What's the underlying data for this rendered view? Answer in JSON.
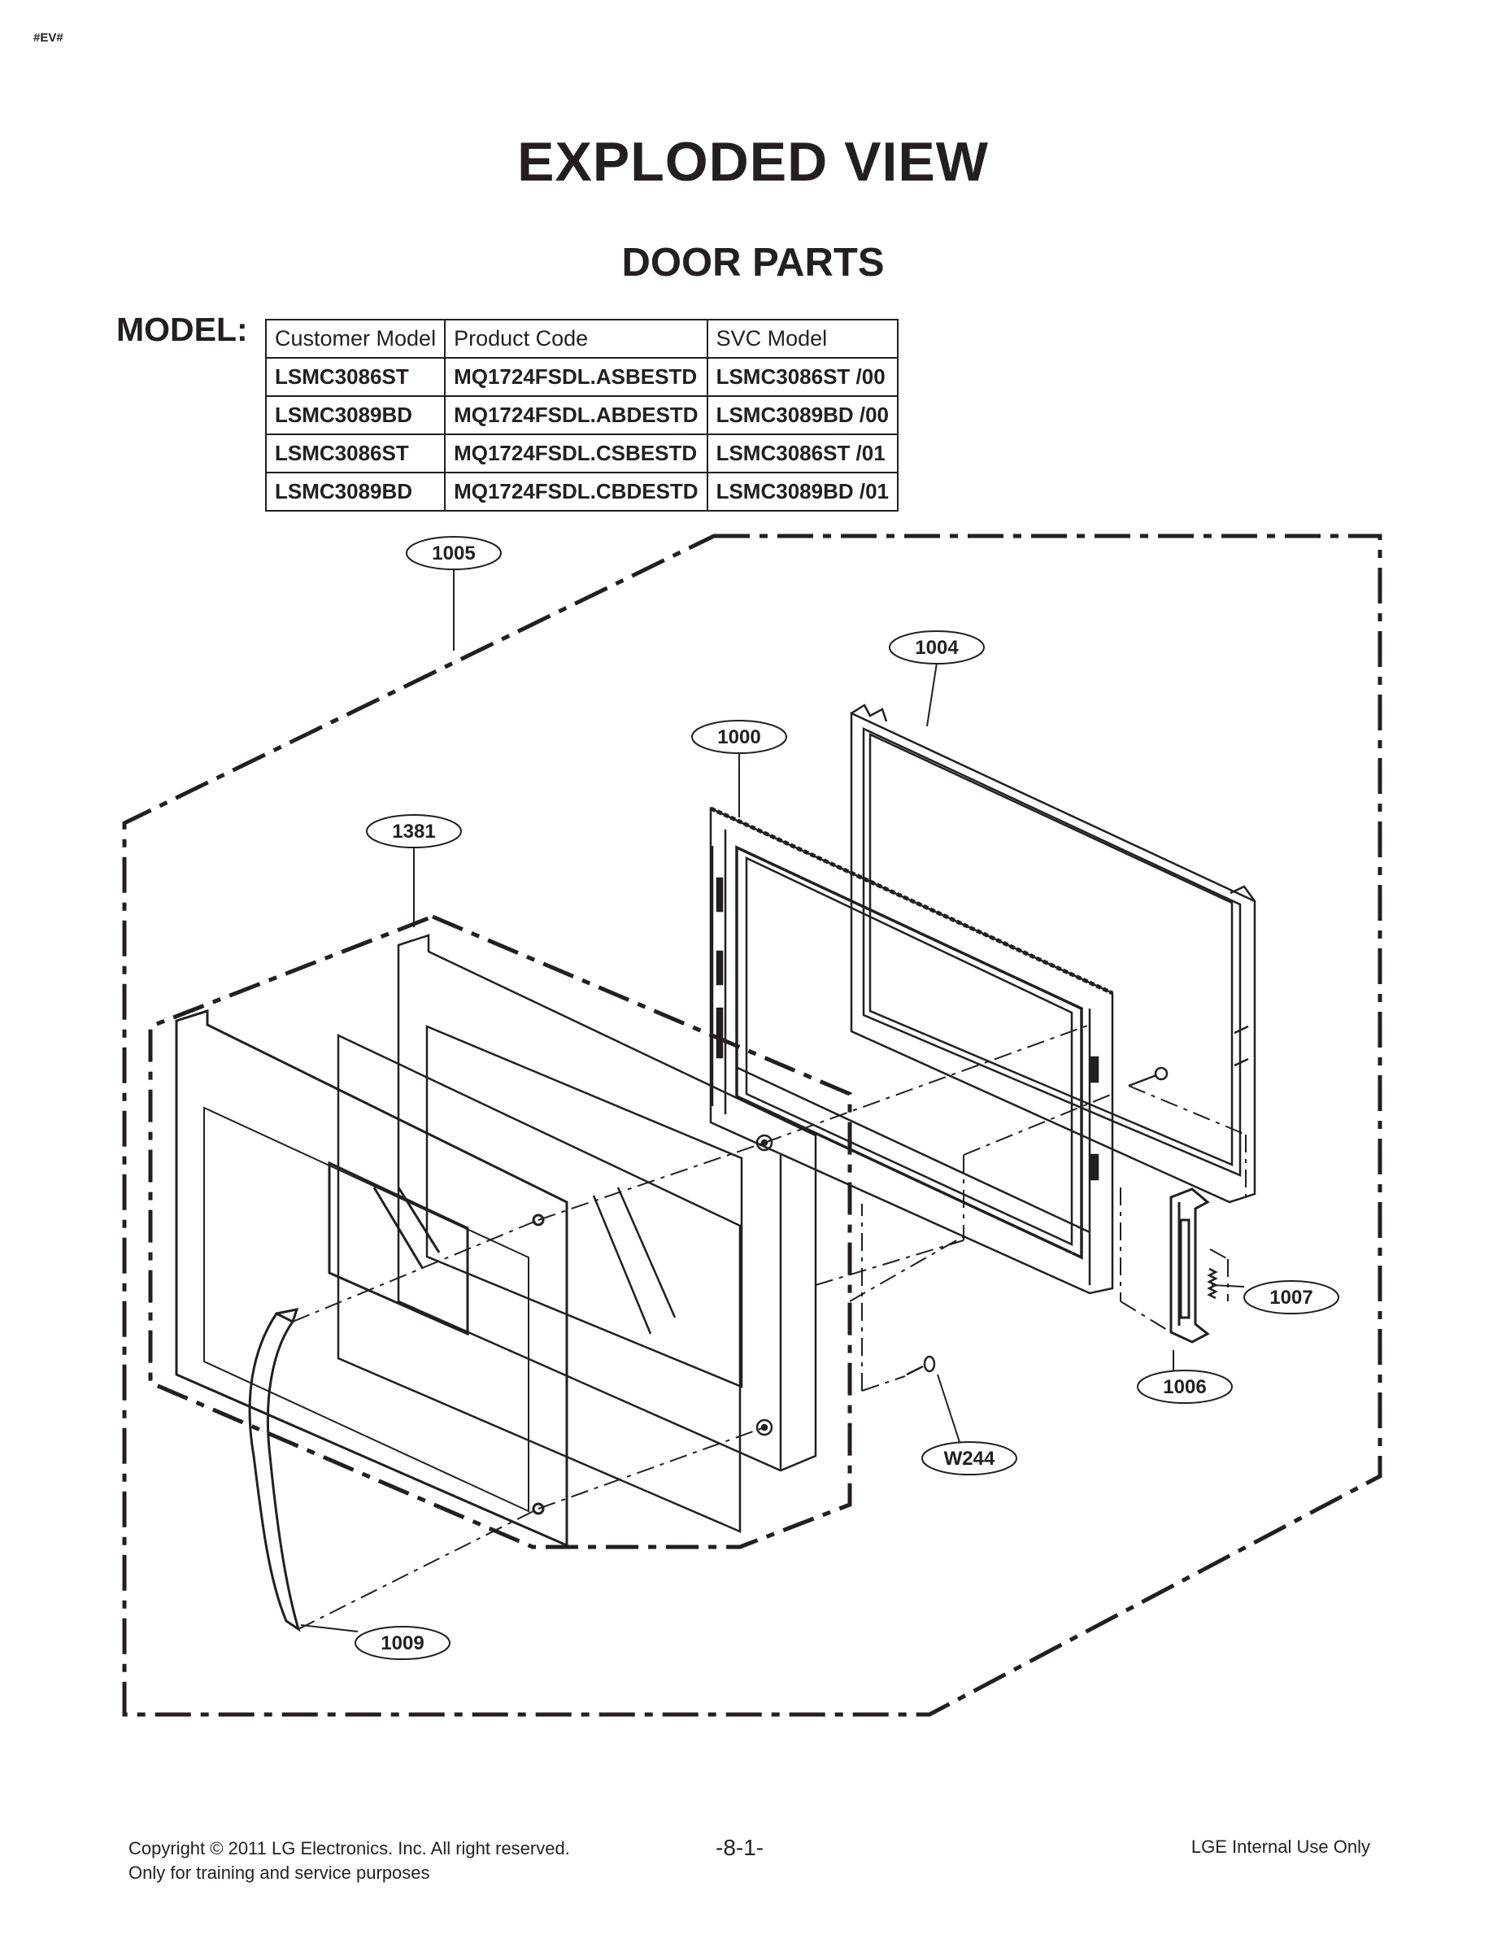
{
  "doc_tag": "#EV#",
  "title": "EXPLODED VIEW",
  "subtitle": "DOOR PARTS",
  "model_label": "MODEL:",
  "model_table": {
    "headers": [
      "Customer Model",
      "Product Code",
      "SVC Model"
    ],
    "rows": [
      [
        "LSMC3086ST",
        "MQ1724FSDL.ASBESTD",
        "LSMC3086ST /00"
      ],
      [
        "LSMC3089BD",
        "MQ1724FSDL.ABDESTD",
        "LSMC3089BD /00"
      ],
      [
        "LSMC3086ST",
        "MQ1724FSDL.CSBESTD",
        "LSMC3086ST /01"
      ],
      [
        "LSMC3089BD",
        "MQ1724FSDL.CBDESTD",
        "LSMC3089BD /01"
      ]
    ]
  },
  "callouts": {
    "c1005": "1005",
    "c1004": "1004",
    "c1000": "1000",
    "c1381": "1381",
    "c1007": "1007",
    "c1006": "1006",
    "cW244": "W244",
    "c1009": "1009"
  },
  "footer": {
    "copyright": "Copyright © 2011 LG Electronics. Inc. All right reserved.",
    "training": "Only for training and service purposes",
    "page": "-8-1-",
    "internal": "LGE Internal Use Only"
  }
}
